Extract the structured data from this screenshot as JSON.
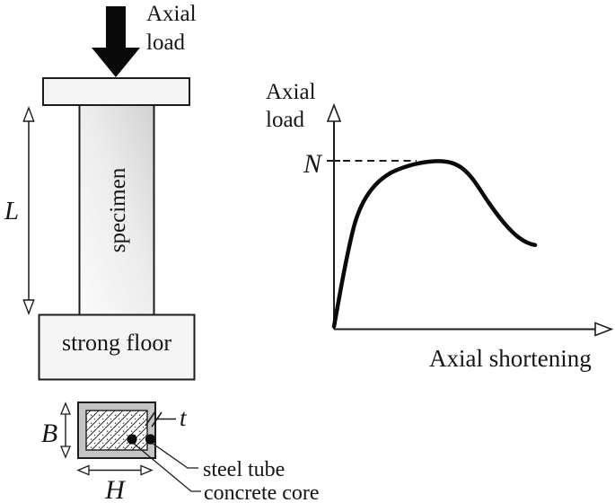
{
  "figure": {
    "left_panel": {
      "load_label_line1": "Axial",
      "load_label_line2": "load",
      "specimen_label": "specimen",
      "length_dim_label": "L",
      "floor_label": "strong floor"
    },
    "section_panel": {
      "depth_dim_label": "B",
      "width_dim_label": "H",
      "thickness_label": "t",
      "steel_tube_label": "steel tube",
      "concrete_core_label": "concrete core"
    },
    "graph_panel": {
      "y_axis_label_line1": "Axial",
      "y_axis_label_line2": "load",
      "peak_label": "N",
      "x_axis_label": "Axial shortening"
    }
  },
  "colors": {
    "ink": "#1c1c1c",
    "plate_fill": "#f5f5f5",
    "steel_tube_fill": "#c5c5c5",
    "column_gradient_light": "#fbfbfb",
    "column_gradient_dark": "#d2d2d2"
  },
  "chart_data": {
    "type": "line",
    "title": "",
    "xlabel": "Axial shortening",
    "ylabel": "Axial load",
    "legend": [],
    "grid": false,
    "annotations": [
      "Dashed horizontal reference line at peak load N meeting the curve plateau"
    ],
    "series": [
      {
        "name": "axial load vs axial shortening (qualitative)",
        "qualitative": true,
        "points_norm_x_y": [
          [
            0.0,
            0.0
          ],
          [
            0.04,
            0.34
          ],
          [
            0.09,
            0.64
          ],
          [
            0.15,
            0.82
          ],
          [
            0.23,
            0.92
          ],
          [
            0.31,
            0.97
          ],
          [
            0.39,
            1.0
          ],
          [
            0.45,
            1.0
          ],
          [
            0.49,
            0.95
          ],
          [
            0.53,
            0.88
          ],
          [
            0.58,
            0.79
          ],
          [
            0.63,
            0.68
          ],
          [
            0.69,
            0.56
          ],
          [
            0.73,
            0.51
          ],
          [
            0.75,
            0.49
          ]
        ]
      }
    ]
  }
}
